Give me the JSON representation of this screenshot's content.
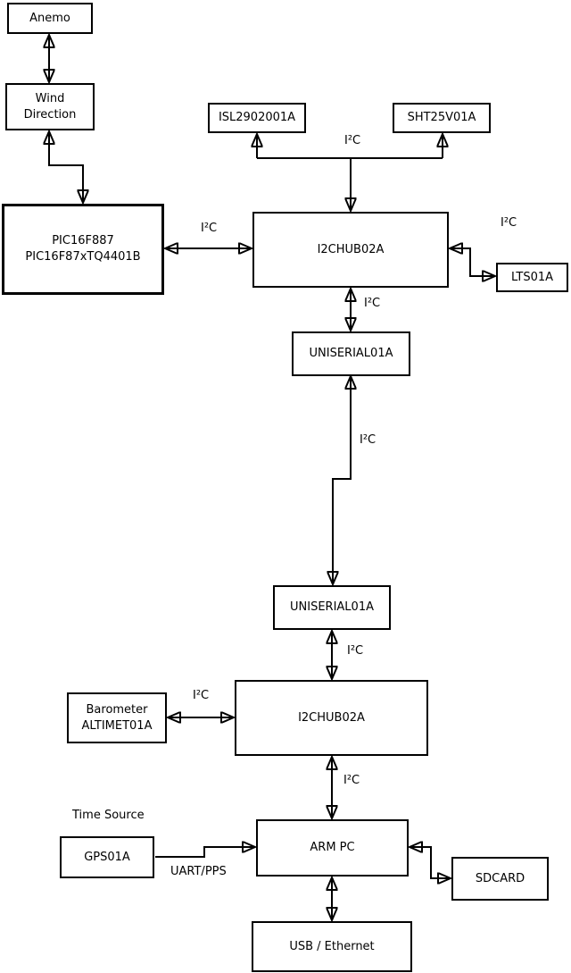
{
  "diagram": {
    "type": "block-diagram",
    "background_color": "#ffffff",
    "line_color": "#000000",
    "box_fill_color": "#ffffff",
    "nodes": {
      "anemo": {
        "label": "Anemo"
      },
      "wind_direction": {
        "label": "Wind\nDirection"
      },
      "pic": {
        "label": "PIC16F887\nPIC16F87xTQ4401B"
      },
      "isl": {
        "label": "ISL2902001A"
      },
      "sht": {
        "label": "SHT25V01A"
      },
      "i2chub_1": {
        "label": "I2CHUB02A"
      },
      "lts": {
        "label": "LTS01A"
      },
      "uniserial_1": {
        "label": "UNISERIAL01A"
      },
      "uniserial_2": {
        "label": "UNISERIAL01A"
      },
      "i2chub_2": {
        "label": "I2CHUB02A"
      },
      "barometer": {
        "label": "Barometer\nALTIMET01A"
      },
      "gps": {
        "label": "GPS01A"
      },
      "arm_pc": {
        "label": "ARM PC"
      },
      "sdcard": {
        "label": "SDCARD"
      },
      "usb_ethernet": {
        "label": "USB / Ethernet"
      }
    },
    "edge_labels": {
      "pic_hub1": "I²C",
      "hub1_sensors": "I²C",
      "hub1_lts": "I²C",
      "hub1_uniserial1": "I²C",
      "uniserial_long_link": "I²C",
      "uniserial2_hub2": "I²C",
      "barometer_hub2": "I²C",
      "hub2_armpc": "I²C",
      "gps_armpc": "UART/PPS"
    },
    "annotations": {
      "time_source": "Time Source"
    }
  }
}
